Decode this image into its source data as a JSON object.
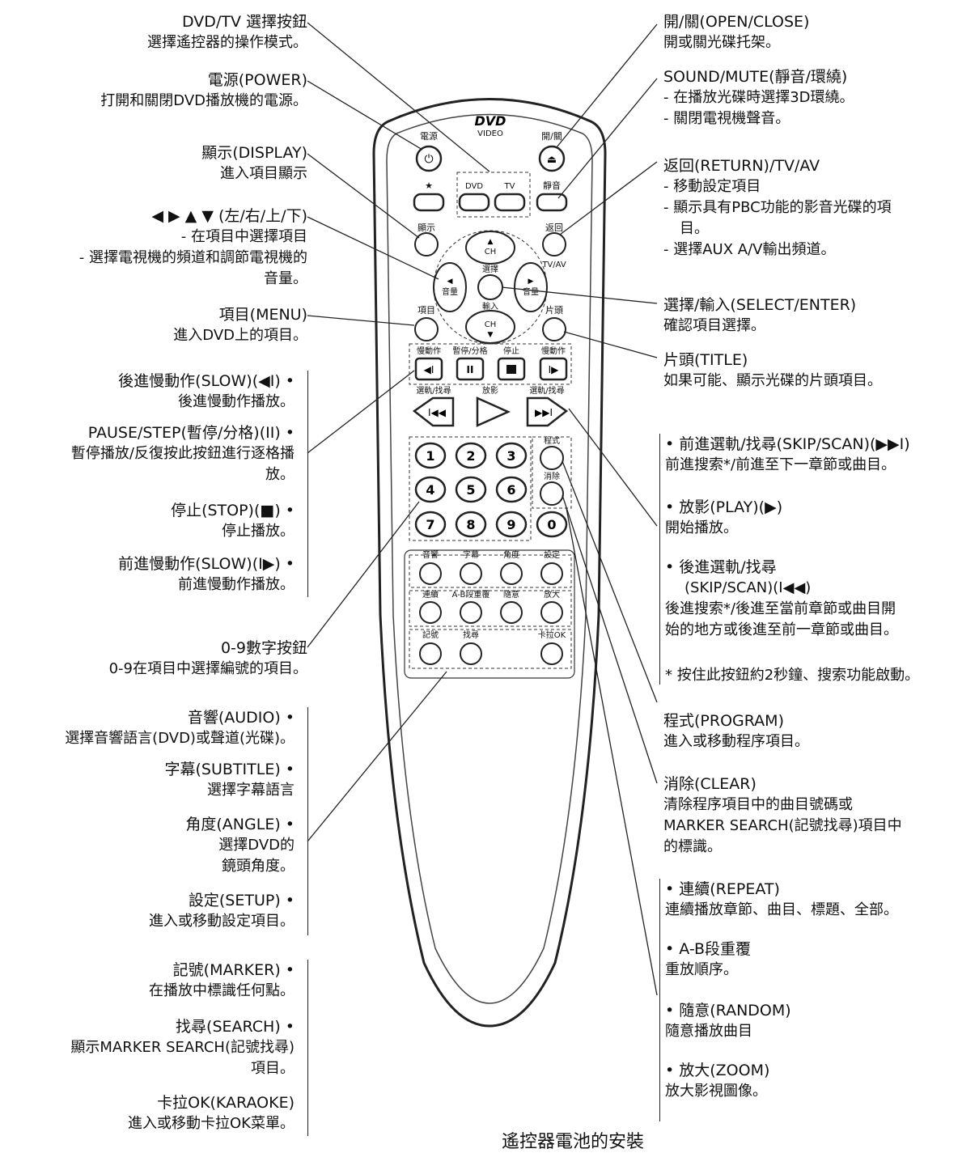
{
  "remote": {
    "logo_top": "DVD",
    "logo_bottom": "VIDEO",
    "power": "電源",
    "open": "開/關",
    "star": "★",
    "dvd": "DVD",
    "tv": "TV",
    "mute": "靜音",
    "display": "顯示",
    "ret": "返回",
    "tvav": "TV/AV",
    "ch": "CH",
    "vol": "音量",
    "select": "選擇",
    "enter": "輸入",
    "menu": "項目",
    "title": "片頭",
    "slow_back": "慢動作",
    "pause": "暫停/分格",
    "stop": "停止",
    "slow_fwd": "慢動作",
    "skip_back": "選軌/找尋",
    "play": "放影",
    "skip_fwd": "選軌/找尋",
    "program": "程式",
    "clear": "消除",
    "digits": [
      "1",
      "2",
      "3",
      "4",
      "5",
      "6",
      "7",
      "8",
      "9",
      "0"
    ],
    "audio": "音響",
    "subtitle": "字幕",
    "angle": "角度",
    "setup": "設定",
    "repeat": "連續",
    "ab": "A-B段重覆",
    "random": "隨意",
    "zoom": "放大",
    "marker": "記號",
    "search": "找尋",
    "karaoke": "卡拉OK"
  },
  "left": {
    "dvdtv": {
      "t": "DVD/TV 選擇按鈕",
      "d": [
        "選擇遙控器的操作模式。"
      ]
    },
    "power": {
      "t": "電源(POWER)",
      "d": [
        "打開和關閉DVD播放機的電源。"
      ]
    },
    "display": {
      "t": "顯示(DISPLAY)",
      "d": [
        "進入項目顯示"
      ]
    },
    "arrows": {
      "t": "◀ ▶ ▲ ▼ (左/右/上/下)",
      "d": [
        "- 在項目中選擇項目",
        "- 選擇電視機的頻道和調節電視機的",
        "音量。"
      ]
    },
    "menu": {
      "t": "項目(MENU)",
      "d": [
        "進入DVD上的項目。"
      ]
    },
    "slowb": {
      "t": "後進慢動作(SLOW)(◀I) •",
      "d": [
        "後進慢動作播放。"
      ]
    },
    "pause": {
      "t": "PAUSE/STEP(暫停/分格)(II) •",
      "d": [
        "暫停播放/反復按此按鈕進行逐格播",
        "放。"
      ]
    },
    "stop": {
      "t": "停止(STOP)(■) •",
      "d": [
        "停止播放。"
      ]
    },
    "slowf": {
      "t": "前進慢動作(SLOW)(I▶) •",
      "d": [
        "前進慢動作播放。"
      ]
    },
    "digits": {
      "t": "0-9數字按鈕",
      "d": [
        "0-9在項目中選擇編號的項目。"
      ]
    },
    "audio": {
      "t": "音響(AUDIO) •",
      "d": [
        "選擇音響語言(DVD)或聲道(光碟)。"
      ]
    },
    "subtitle": {
      "t": "字幕(SUBTITLE) •",
      "d": [
        "選擇字幕語言"
      ]
    },
    "angle": {
      "t": "角度(ANGLE) •",
      "d": [
        "選擇DVD的",
        "鏡頭角度。"
      ]
    },
    "setup": {
      "t": "設定(SETUP) •",
      "d": [
        "進入或移動設定項目。"
      ]
    },
    "marker": {
      "t": "記號(MARKER) •",
      "d": [
        "在播放中標識任何點。"
      ]
    },
    "search": {
      "t": "找尋(SEARCH) •",
      "d": [
        "顯示MARKER SEARCH(記號找尋)",
        "項目。"
      ]
    },
    "karaoke": {
      "t": "卡拉OK(KARAOKE)",
      "d": [
        "進入或移動卡拉OK菜單。"
      ]
    }
  },
  "right": {
    "open": {
      "t": "開/關(OPEN/CLOSE)",
      "d": [
        "開或關光碟托架。"
      ]
    },
    "mute": {
      "t": "SOUND/MUTE(靜音/環繞)",
      "d": [
        "- 在播放光碟時選擇3D環繞。",
        "- 關閉電視機聲音。"
      ]
    },
    "ret": {
      "t": "返回(RETURN)/TV/AV",
      "d": [
        "- 移動設定項目",
        "- 顯示具有PBC功能的影音光碟的項",
        "目。",
        "- 選擇AUX A/V輸出頻道。"
      ]
    },
    "select": {
      "t": "選擇/輸入(SELECT/ENTER)",
      "d": [
        "確認項目選擇。"
      ]
    },
    "title": {
      "t": "片頭(TITLE)",
      "d": [
        "如果可能、顯示光碟的片頭項目。"
      ]
    },
    "skipf": {
      "t": "• 前進選軌/找尋(SKIP/SCAN)(▶▶I)",
      "d": [
        "前進搜索*/前進至下一章節或曲目。"
      ]
    },
    "play": {
      "t": "• 放影(PLAY)(▶)",
      "d": [
        "開始播放。"
      ]
    },
    "skipb": {
      "t": "• 後進選軌/找尋",
      "d": [
        "(SKIP/SCAN)(I◀◀)",
        "後進搜索*/後進至當前章節或曲目開",
        "始的地方或後進至前一章節或曲目。"
      ]
    },
    "note": {
      "t": "* 按住此按鈕約2秒鐘、搜索功能啟動。",
      "d": []
    },
    "program": {
      "t": "程式(PROGRAM)",
      "d": [
        "進入或移動程序項目。"
      ]
    },
    "clear": {
      "t": "消除(CLEAR)",
      "d": [
        "清除程序項目中的曲目號碼或",
        "MARKER SEARCH(記號找尋)項目中",
        "的標識。"
      ]
    },
    "repeat": {
      "t": "• 連續(REPEAT)",
      "d": [
        "連續播放章節、曲目、標題、全部。"
      ]
    },
    "ab": {
      "t": "• A-B段重覆",
      "d": [
        "重放順序。"
      ]
    },
    "random": {
      "t": "• 隨意(RANDOM)",
      "d": [
        "隨意播放曲目"
      ]
    },
    "zoom": {
      "t": "• 放大(ZOOM)",
      "d": [
        "放大影視圖像。"
      ]
    }
  },
  "caption": "遙控器電池的安裝"
}
